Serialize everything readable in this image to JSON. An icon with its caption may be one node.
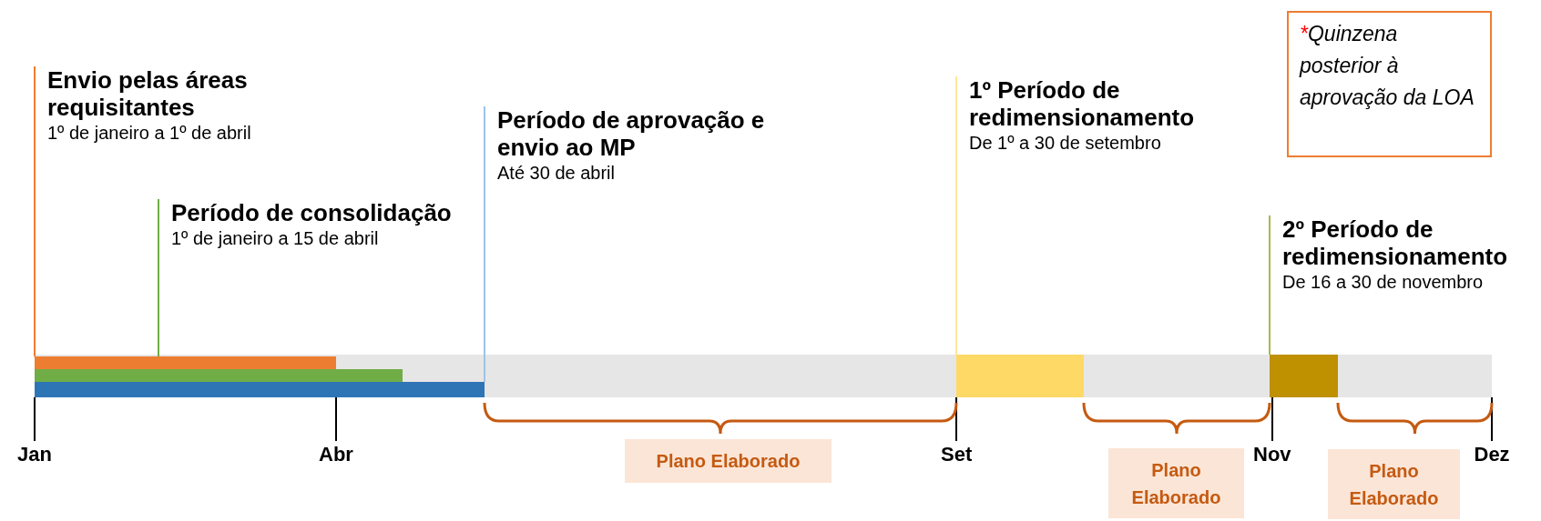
{
  "diagram": {
    "nodes": [
      {
        "text": [
          "Envio pelas áreas requisitantes",
          "1º de janeiro a 1º de abril"
        ]
      },
      {
        "text": [
          "Período de consolidação",
          "1º de janeiro a 15 de abril"
        ]
      },
      {
        "text": [
          "Período de aprovação e envio ao MP",
          "Até 30 de abril"
        ]
      },
      {
        "text": [
          "1º Período de redimensionamento",
          "De 1º a 30 de setembro"
        ]
      },
      {
        "text": [
          "2º Período de redimensionamento",
          "De 16 a 30 de novembro"
        ]
      },
      {
        "text": [
          "*Quinzena posterior à aprovação da LOA"
        ]
      },
      {
        "text": [],
        "shape": "bar"
      },
      {
        "text": [],
        "shape": "bar"
      },
      {
        "text": [],
        "shape": "bar"
      },
      {
        "text": [],
        "shape": "bar"
      },
      {
        "text": [],
        "shape": "bar"
      },
      {
        "text": [
          "Plano Elaborado"
        ]
      },
      {
        "text": [
          "Plano Elaborado"
        ]
      },
      {
        "text": [
          "Plano Elaborado"
        ]
      }
    ],
    "edges": [
      {
        "from": 0,
        "to": 6,
        "arrow": "none",
        "color": "#ed7d31"
      },
      {
        "from": 1,
        "to": 7,
        "arrow": "none",
        "color": "#70ad47"
      },
      {
        "from": 2,
        "to": 8,
        "arrow": "none",
        "color": "#9dc3e6"
      },
      {
        "from": 3,
        "to": 9,
        "arrow": "none",
        "color": "#ffe699"
      },
      {
        "from": 4,
        "to": 10,
        "arrow": "none",
        "color": "#a9b94a"
      }
    ],
    "labels": [
      "Jan",
      "Abr",
      "Set",
      "Nov",
      "Dez"
    ]
  }
}
